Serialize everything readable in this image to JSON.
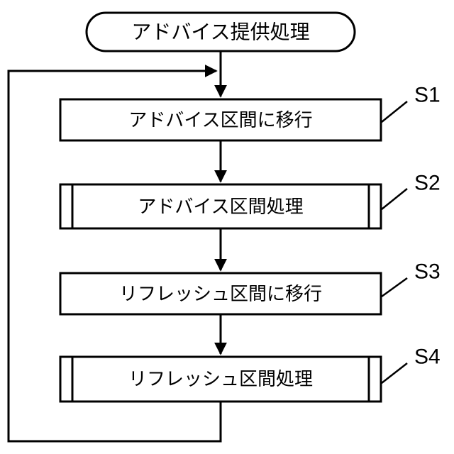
{
  "diagram": {
    "title": "アドバイス提供処理",
    "steps": [
      {
        "id": "S1",
        "label": "アドバイス区間に移行",
        "type": "process"
      },
      {
        "id": "S2",
        "label": "アドバイス区間処理",
        "type": "subroutine"
      },
      {
        "id": "S3",
        "label": "リフレッシュ区間に移行",
        "type": "process"
      },
      {
        "id": "S4",
        "label": "リフレッシュ区間処理",
        "type": "subroutine"
      }
    ],
    "colors": {
      "stroke": "#000000",
      "background": "#ffffff"
    }
  }
}
